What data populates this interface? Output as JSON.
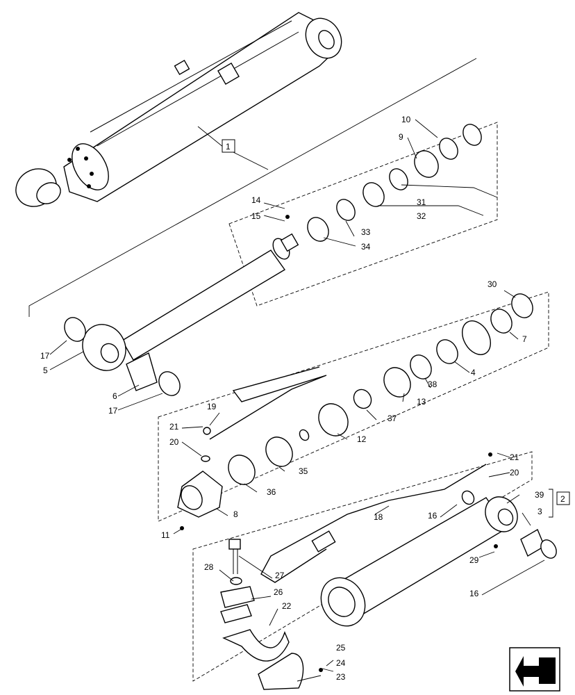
{
  "callouts": {
    "c1": "1",
    "c2": "2",
    "c3": "3",
    "c4": "4",
    "c5": "5",
    "c6": "6",
    "c7": "7",
    "c8": "8",
    "c9": "9",
    "c10": "10",
    "c11": "11",
    "c12": "12",
    "c13": "13",
    "c14": "14",
    "c15": "15",
    "c16a": "16",
    "c16b": "16",
    "c17a": "17",
    "c17b": "17",
    "c18": "18",
    "c19": "19",
    "c20a": "20",
    "c20b": "20",
    "c21a": "21",
    "c21b": "21",
    "c22": "22",
    "c23": "23",
    "c24": "24",
    "c25": "25",
    "c26": "26",
    "c27": "27",
    "c28": "28",
    "c29": "29",
    "c30": "30",
    "c31": "31",
    "c32": "32",
    "c33": "33",
    "c34": "34",
    "c35": "35",
    "c36": "36",
    "c37": "37",
    "c38": "38",
    "c39": "39"
  },
  "nav_icon": "arrow-left-down-icon",
  "colors": {
    "line": "#000000",
    "background": "#ffffff"
  }
}
